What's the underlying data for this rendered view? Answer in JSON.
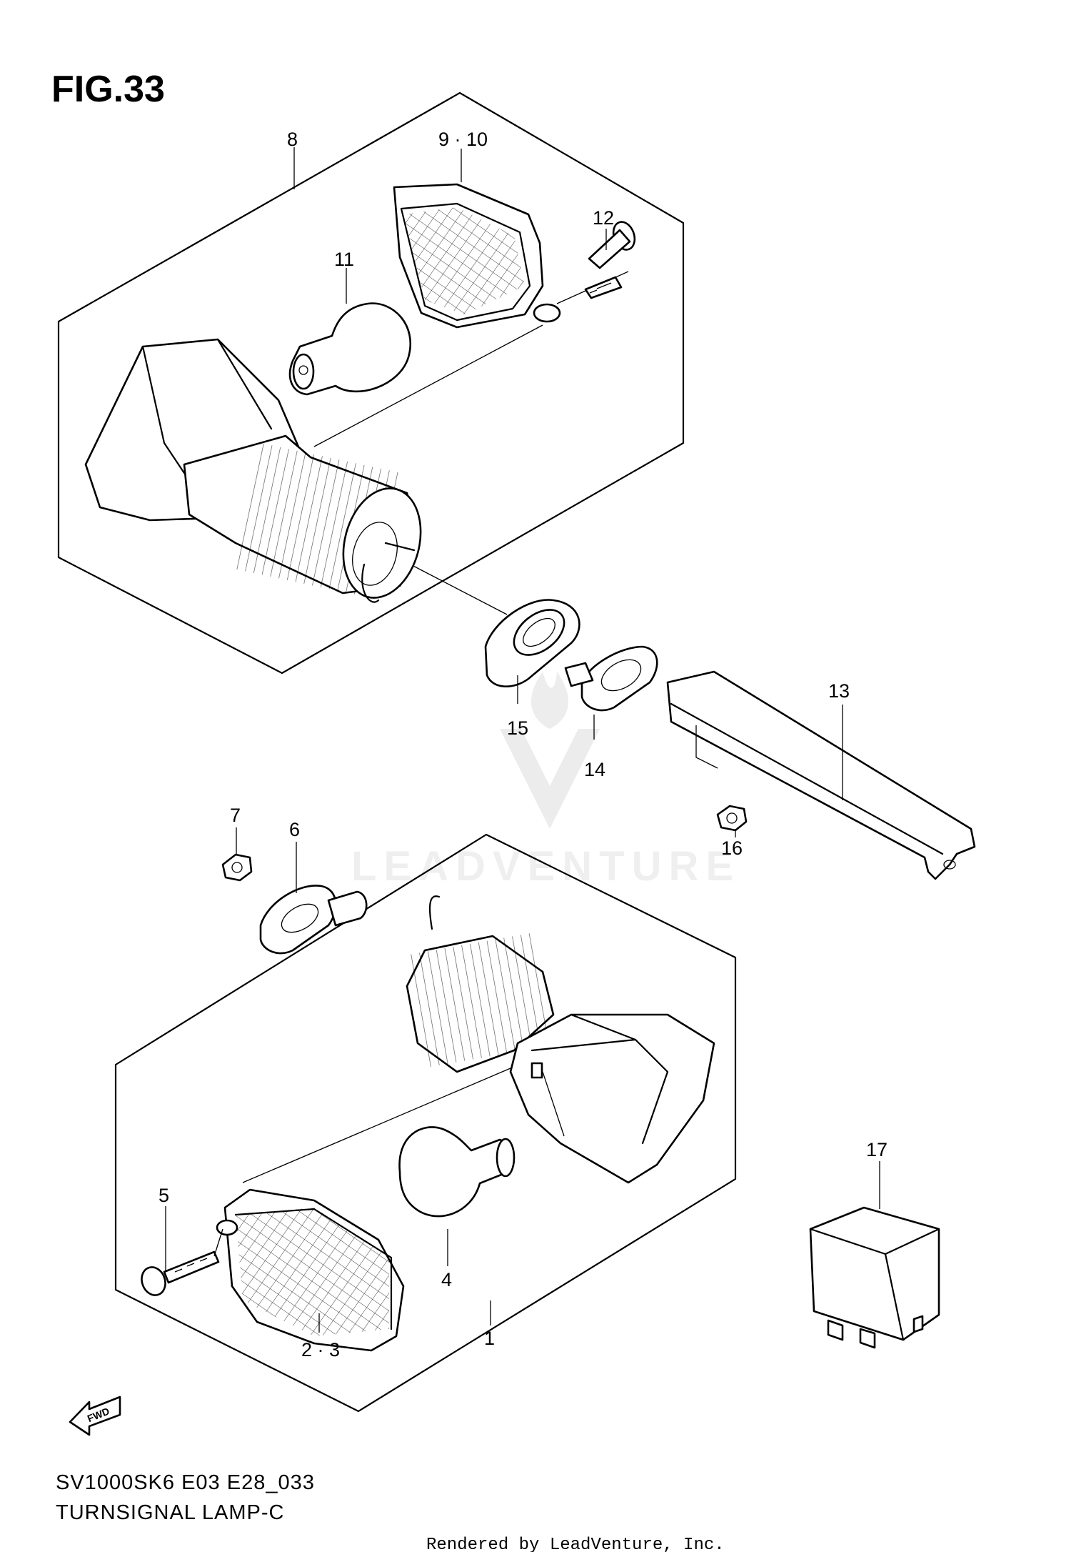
{
  "figure": {
    "title": "FIG.33",
    "model_code": "SV1000SK6 E03 E28_033",
    "name": "TURNSIGNAL LAMP-C",
    "rendered_by": "Rendered by LeadVenture, Inc.",
    "watermark": "LEADVENTURE",
    "fwd_label": "FWD"
  },
  "callouts": {
    "c8": "8",
    "c9_10": "9 · 10",
    "c11": "11",
    "c12": "12",
    "c13": "13",
    "c14": "14",
    "c15": "15",
    "c16": "16",
    "c7": "7",
    "c6": "6",
    "c17": "17",
    "c5": "5",
    "c4": "4",
    "c2_3": "2 · 3",
    "c1": "1"
  }
}
